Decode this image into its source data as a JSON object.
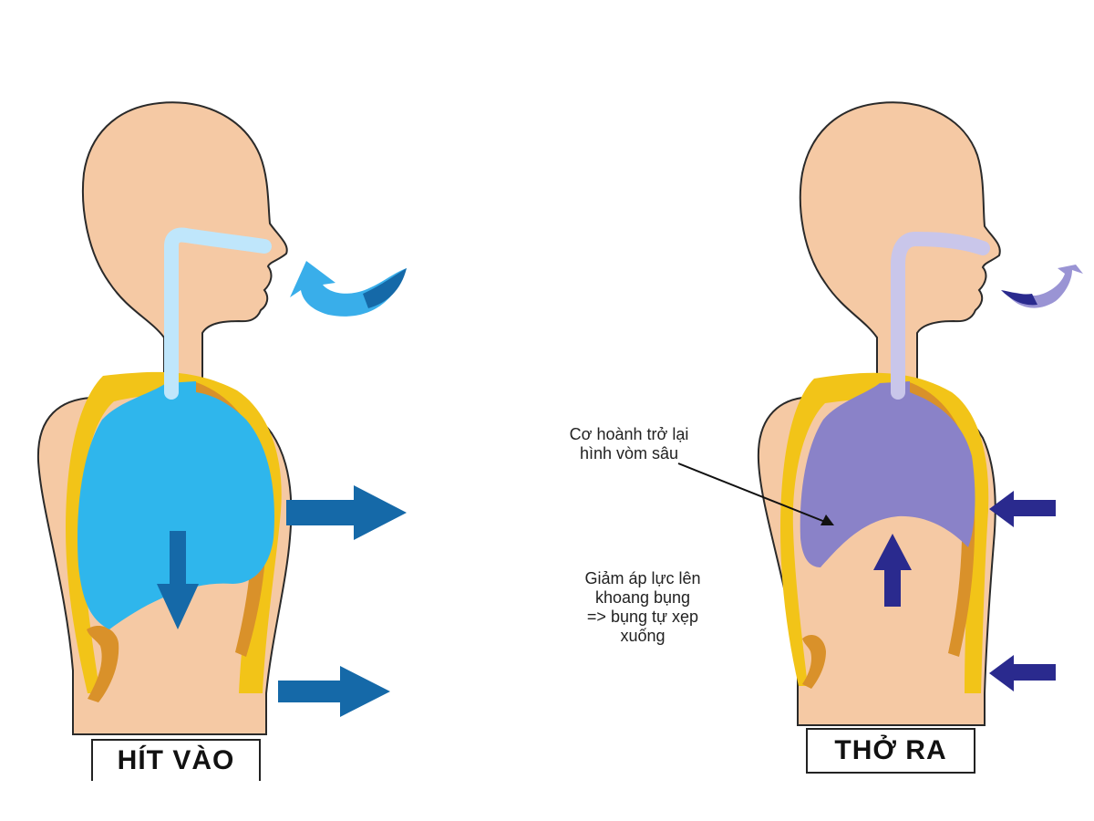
{
  "inhale": {
    "label": "HÍT VÀO",
    "colors": {
      "skin": "#f5c9a4",
      "lung": "#2fb6ec",
      "lung_dark": "#0f8fd4",
      "fat": "#f2c418",
      "bone": "#d9912a",
      "arrow": "#1569a8",
      "airway_top": "#bfe6fb",
      "air_arrow": "#39aeea"
    }
  },
  "exhale": {
    "label": "THỞ RA",
    "colors": {
      "skin": "#f5c9a4",
      "lung": "#8a82c8",
      "lung_dark": "#6d63b3",
      "fat": "#f2c418",
      "bone": "#d9912a",
      "arrow": "#2a2a8e",
      "airway_top": "#c9c6ea",
      "air_arrow": "#9a94d4"
    }
  },
  "notes": {
    "diaphragm": [
      "Cơ hoành trở lại",
      "hình vòm sâu"
    ],
    "abdomen": [
      "Giảm áp lực lên",
      "khoang bụng",
      "=> bụng tự xẹp",
      "xuống"
    ]
  }
}
